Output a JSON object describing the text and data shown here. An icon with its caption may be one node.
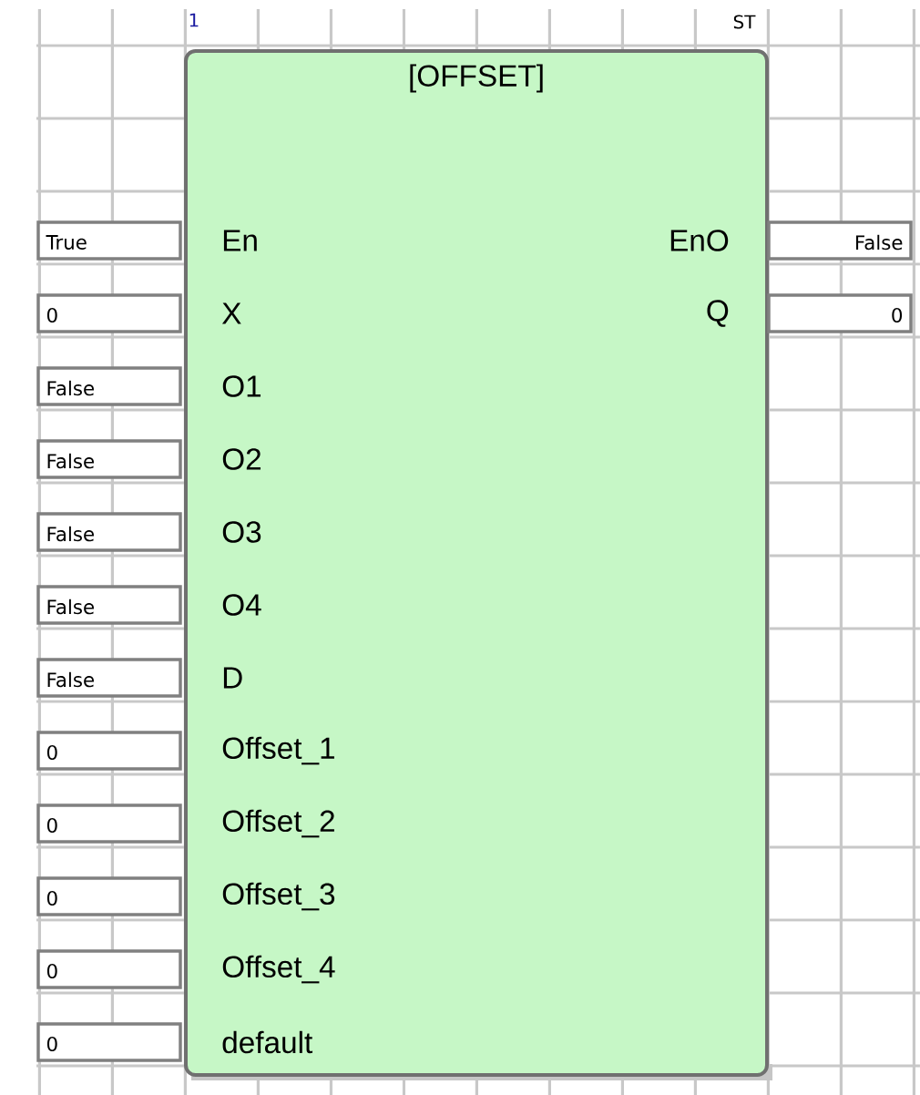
{
  "diagram": {
    "nodes": [
      {
        "text": [
          "[OFFSET]",
          "En",
          "EnO",
          "X",
          "Q",
          "O1",
          "O2",
          "O3",
          "O4",
          "D",
          "Offset_1",
          "Offset_2",
          "Offset_3",
          "Offset_4",
          "default"
        ]
      },
      {
        "text": [
          "True"
        ]
      },
      {
        "text": [
          "0"
        ]
      },
      {
        "text": [
          "False"
        ]
      },
      {
        "text": [
          "False"
        ]
      },
      {
        "text": [
          "False"
        ]
      },
      {
        "text": [
          "False"
        ]
      },
      {
        "text": [
          "False"
        ]
      },
      {
        "text": [
          "0"
        ]
      },
      {
        "text": [
          "0"
        ]
      },
      {
        "text": [
          "0"
        ]
      },
      {
        "text": [
          "0"
        ]
      },
      {
        "text": [
          "0"
        ]
      },
      {
        "text": [
          "False"
        ]
      },
      {
        "text": [
          "0"
        ]
      }
    ],
    "labels": [
      "1",
      "ST"
    ]
  }
}
